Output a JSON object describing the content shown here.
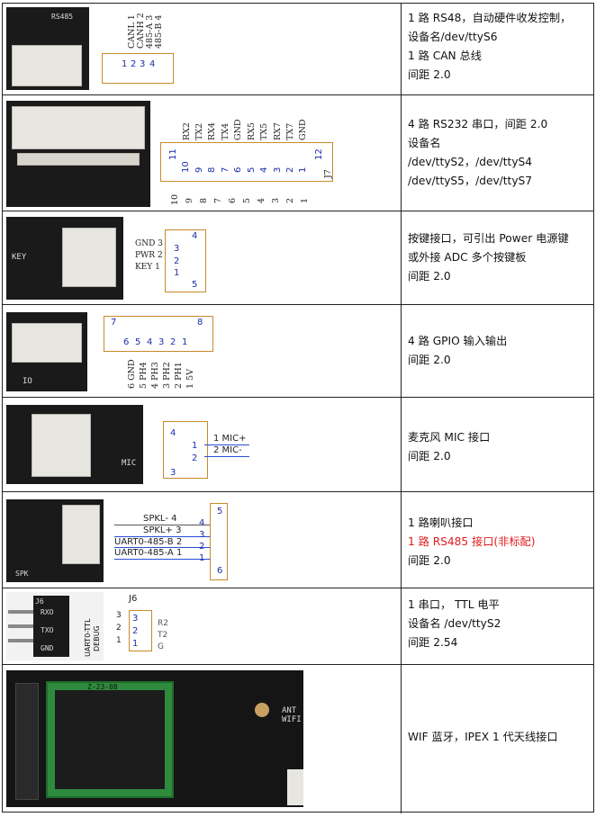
{
  "rows": [
    {
      "lines": [
        {
          "text": "1 路 RS48，自动硬件收发控制，",
          "color": ""
        },
        {
          "text": "设备名/dev/ttyS6",
          "color": ""
        },
        {
          "text": "1 路 CAN 总线",
          "color": ""
        },
        {
          "text": "间距 2.0",
          "color": ""
        }
      ],
      "photo_text": "RS485",
      "pins": [
        "CANL 1",
        "CANH 2",
        "485-A 3",
        "485-B 4"
      ],
      "pin_numbers": [
        "1",
        "2",
        "3",
        "4"
      ]
    },
    {
      "lines": [
        {
          "text": "4 路 RS232 串口，间距 2.0",
          "color": ""
        },
        {
          "text": "设备名",
          "color": ""
        },
        {
          "text": "/dev/ttyS2，/dev/ttyS4",
          "color": ""
        },
        {
          "text": "/dev/ttyS5，/dev/ttyS7",
          "color": ""
        }
      ],
      "pins": [
        "RX2",
        "TX2",
        "RX4",
        "TX4",
        "GND",
        "RX5",
        "TX5",
        "RX7",
        "TX7",
        "GND"
      ],
      "pin_numbers": [
        "11",
        "10",
        "9",
        "8",
        "7",
        "6",
        "5",
        "4",
        "3",
        "2",
        "1",
        "12"
      ],
      "bottom_numbers": [
        "10",
        "9",
        "8",
        "7",
        "6",
        "5",
        "4",
        "3",
        "2",
        "1"
      ],
      "ref": "J7"
    },
    {
      "lines": [
        {
          "text": "按键接口，可引出 Power 电源键",
          "color": ""
        },
        {
          "text": "或外接 ADC 多个按键板",
          "color": ""
        },
        {
          "text": "间距 2.0",
          "color": ""
        }
      ],
      "photo_text": "KEY",
      "pins": [
        "GND 3",
        "PWR 2",
        "KEY 1"
      ],
      "pin_numbers": [
        "4",
        "3",
        "2",
        "1",
        "5"
      ]
    },
    {
      "lines": [
        {
          "text": "4 路 GPIO 输入输出",
          "color": ""
        },
        {
          "text": "间距 2.0",
          "color": ""
        }
      ],
      "photo_text": "IO",
      "pins": [
        "6 GND",
        "5 PH4",
        "4 PH3",
        "3 PH2",
        "2 PH1",
        "1 5V"
      ],
      "pin_numbers": [
        "7",
        "6",
        "5",
        "4",
        "3",
        "2",
        "1",
        "8"
      ]
    },
    {
      "lines": [
        {
          "text": "麦克风 MIC 接口",
          "color": ""
        },
        {
          "text": "间距 2.0",
          "color": ""
        }
      ],
      "photo_text": "MIC",
      "pins": [
        "1 MIC+",
        "2 MIC-"
      ],
      "pin_numbers": [
        "4",
        "1",
        "2",
        "3"
      ]
    },
    {
      "lines": [
        {
          "text": "1 路喇叭接口",
          "color": ""
        },
        {
          "text": "1 路 RS485 接口(非标配)",
          "color": "#e01c1c"
        },
        {
          "text": "间距 2.0",
          "color": ""
        }
      ],
      "photo_text": "SPK",
      "pins": [
        "SPKL- 4",
        "SPKL+ 3",
        "UART0-485-B 2",
        "UART0-485-A 1"
      ],
      "pin_numbers": [
        "5",
        "4",
        "3",
        "2",
        "1",
        "6"
      ]
    },
    {
      "lines": [
        {
          "text": "1 串口，  TTL 电平",
          "color": ""
        },
        {
          "text": "设备名 /dev/ttyS2",
          "color": ""
        },
        {
          "text": "间距 2.54",
          "color": ""
        }
      ],
      "photo_text": [
        "J6",
        "RXO",
        "TXO",
        "GND",
        "UART0-TTL",
        "DEBUG"
      ],
      "ref": "J6",
      "pins": [
        "R2",
        "T2",
        "G"
      ],
      "pin_numbers": [
        "3",
        "2",
        "1"
      ]
    },
    {
      "lines": [
        {
          "text": "WIF 蓝牙，IPEX 1 代天线接口",
          "color": ""
        }
      ],
      "photo_text": [
        "Z-23-08",
        "ANT WIFI"
      ]
    }
  ]
}
